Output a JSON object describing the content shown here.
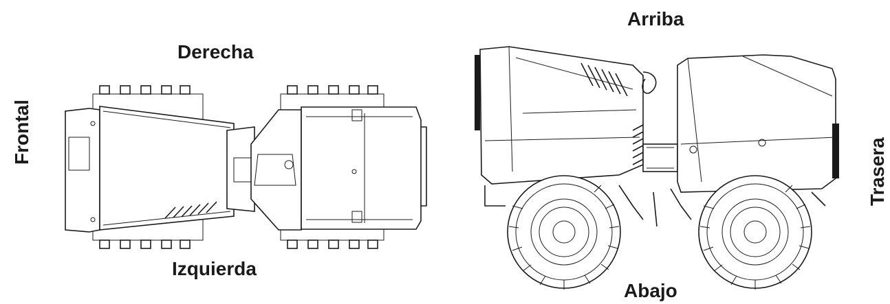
{
  "labels": {
    "right": "Derecha",
    "left": "Izquierda",
    "top": "Arriba",
    "bottom": "Abajo",
    "front": "Frontal",
    "rear": "Trasera"
  }
}
